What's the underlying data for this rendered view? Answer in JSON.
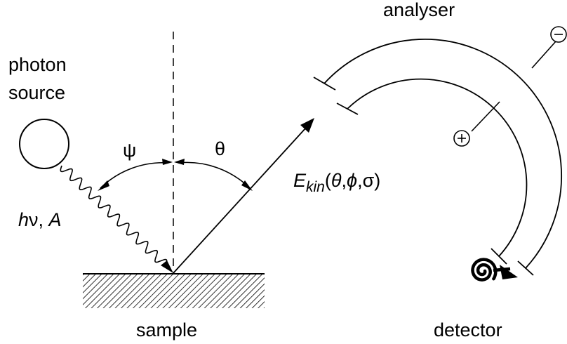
{
  "labels": {
    "photon_source_line1": "photon",
    "photon_source_line2": "source",
    "analyser": "analyser",
    "sample": "sample",
    "detector": "detector",
    "psi": "ψ",
    "theta": "θ",
    "photon_energy_h": "h",
    "photon_energy_nu": "ν",
    "photon_energy_rest": ", ",
    "photon_vector": "A",
    "ekin_E": "E",
    "ekin_sub": "kin",
    "ekin_open": "(",
    "ekin_theta": "θ",
    "ekin_sep1": ",",
    "ekin_phi": "ϕ",
    "ekin_sep2": ",",
    "ekin_sigma": "σ",
    "ekin_close": ")",
    "plus_sign": "+",
    "minus_sign": "−"
  },
  "icons": {
    "photon_source": "circle-icon",
    "detector": "spiral-icon"
  },
  "colors": {
    "stroke": "#000000",
    "background": "#ffffff"
  }
}
